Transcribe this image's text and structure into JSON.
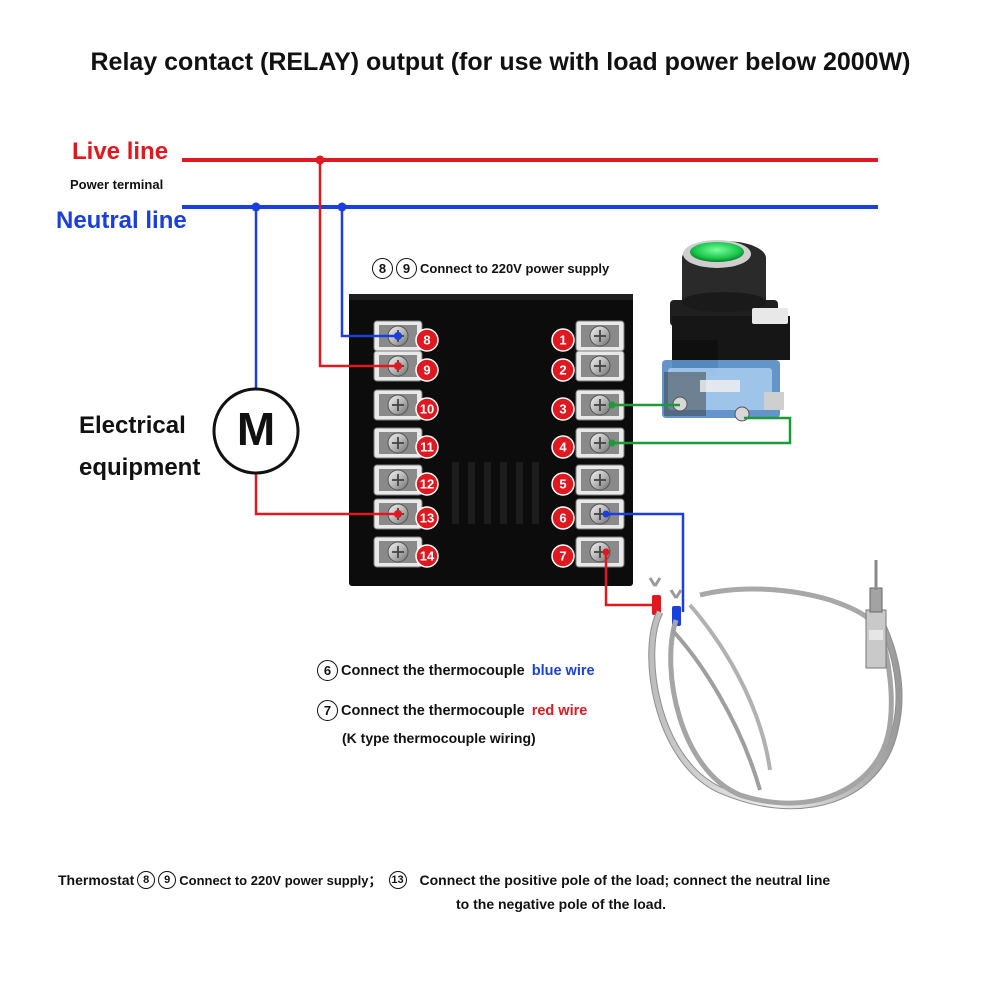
{
  "title": "Relay contact (RELAY) output (for use with load power below 2000W)",
  "power_lines": {
    "live_label": "Live line",
    "power_terminal_label": "Power terminal",
    "neutral_label": "Neutral line",
    "live_color": "#e0181f",
    "neutral_color": "#1a3fdc"
  },
  "equipment": {
    "label_line1": "Electrical",
    "label_line2": "equipment",
    "motor_symbol": "M"
  },
  "supply_note": {
    "terminals": [
      "8",
      "9"
    ],
    "text": "Connect to 220V power supply"
  },
  "controller": {
    "left_terminals": [
      "8",
      "9",
      "10",
      "11",
      "12",
      "13",
      "14"
    ],
    "right_terminals": [
      "1",
      "2",
      "3",
      "4",
      "5",
      "6",
      "7"
    ],
    "badge_color": "#e0181f"
  },
  "thermocouple_notes": [
    {
      "num": "6",
      "prefix": "Connect the thermocouple ",
      "colored": "blue wire",
      "color": "blue"
    },
    {
      "num": "7",
      "prefix": "Connect the thermocouple ",
      "colored": "red wire",
      "color": "red"
    }
  ],
  "thermocouple_type_note": "(K type thermocouple wiring)",
  "footer": {
    "prefix": "Thermostat",
    "supply_nums": [
      "8",
      "9"
    ],
    "supply_text": "Connect to 220V power supply；",
    "load_num": "13",
    "load_text_line1": "Connect the positive pole of the load; connect the neutral line",
    "load_text_line2": "to the negative pole of the load."
  },
  "icons": [
    "push-button-switch-icon",
    "thermocouple-probe-icon",
    "motor-icon",
    "screw-terminal-icon"
  ]
}
